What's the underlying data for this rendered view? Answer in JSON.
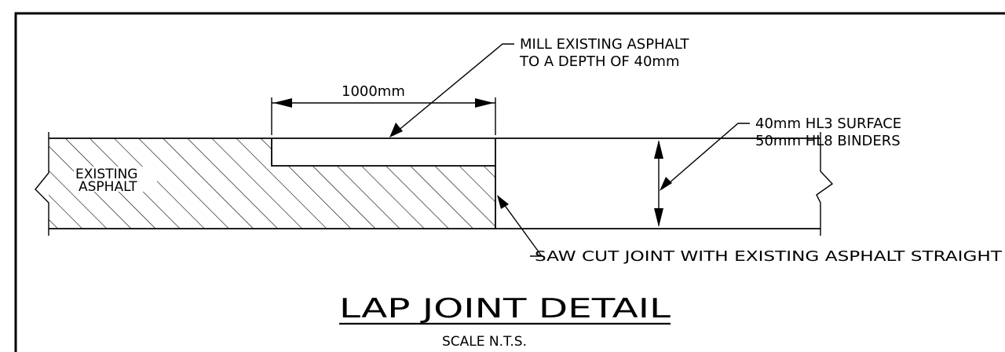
{
  "title": "LAP JOINT DETAIL",
  "scale": "SCALE N.T.S.",
  "dimension": "1000mm",
  "labels": {
    "mill_line1": "MILL EXISTING ASPHALT",
    "mill_line2": "TO A DEPTH OF 40mm",
    "surface_line1": "40mm HL3 SURFACE",
    "surface_line2": "50mm HL8 BINDERS",
    "existing_line1": "EXISTING",
    "existing_line2": "ASPHALT",
    "sawcut": "SAW CUT JOINT WITH EXISTING ASPHALT STRAIGHT"
  }
}
